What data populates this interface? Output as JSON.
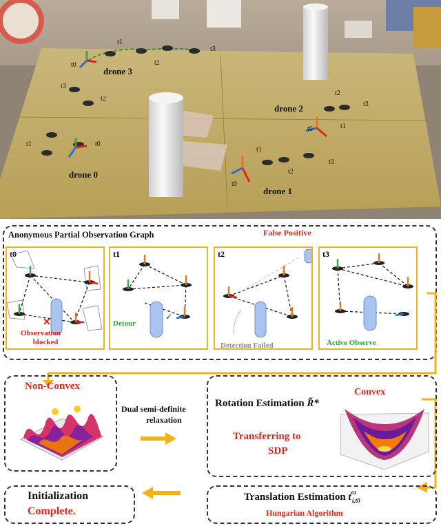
{
  "photo": {
    "drone_labels": [
      "drone 0",
      "drone 1",
      "drone 2",
      "drone 3"
    ],
    "time_labels": [
      "t0",
      "t1",
      "t2",
      "t3"
    ]
  },
  "graph_section": {
    "title": "Anonymous Partial Observation Graph",
    "false_positive": "False Positive",
    "panels": [
      {
        "tag": "t0",
        "caption_line1": "Observation",
        "caption_line2": "blocked"
      },
      {
        "tag": "t1",
        "caption": "Detour"
      },
      {
        "tag": "t2",
        "caption": "Detection Failed"
      },
      {
        "tag": "t3",
        "caption": "Active Observe"
      }
    ]
  },
  "nonconvex": {
    "title": "Non-Convex"
  },
  "relaxation": {
    "line1": "Dual semi-definite",
    "line2": "relaxation"
  },
  "rotation": {
    "title": "Rotation Estimation",
    "symbol": "R̃*",
    "convex": "Convex",
    "transfer_line1": "Transferring to",
    "transfer_line2": "SDP"
  },
  "translation": {
    "title": "Translation Estimation",
    "symbol": "t",
    "sub": "i,t0",
    "sup": "ω",
    "algo": "Hungarian Algorithm"
  },
  "init": {
    "line1": "Initialization",
    "line2": "Complete."
  },
  "colors": {
    "accent_red": "#e3231b",
    "accent_orange": "#f2b21a",
    "accent_green": "#2ea33a"
  }
}
